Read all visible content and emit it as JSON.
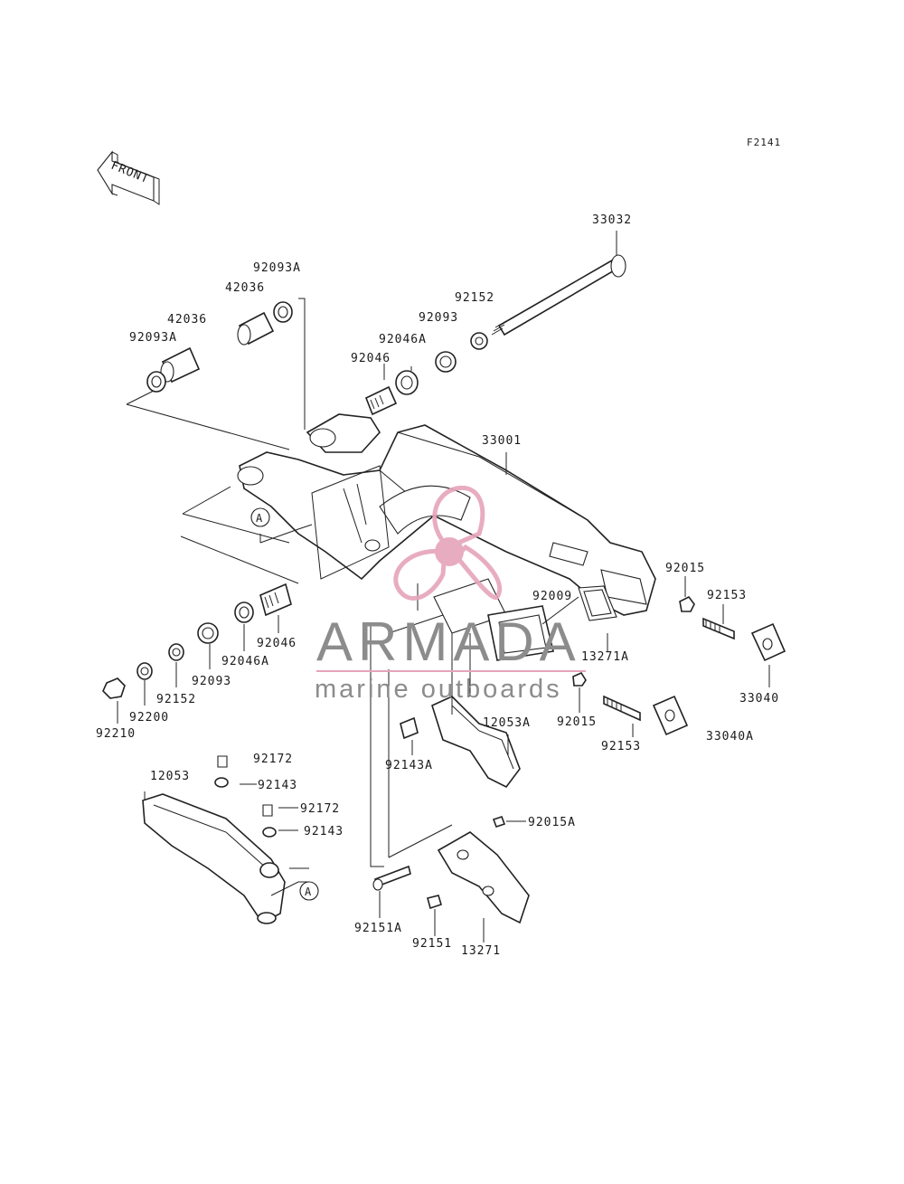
{
  "diagram_code": "F2141",
  "front_label": "FRONT",
  "callout_A": "A",
  "watermark": {
    "brand": "ARMADA",
    "tagline": "marine outboards",
    "colors": {
      "text": "#8c8c8c",
      "logo": "#e6a4bb",
      "logo_dark": "#d9879f"
    }
  },
  "parts": {
    "p33032": "33032",
    "p92093A_top": "92093A",
    "p42036_top": "42036",
    "p42036_left": "42036",
    "p92093A_left": "92093A",
    "p92152_top": "92152",
    "p92093_top": "92093",
    "p92046A_top": "92046A",
    "p92046_top": "92046",
    "p33001": "33001",
    "p92015_right": "92015",
    "p92153_right": "92153",
    "p92009": "92009",
    "p13271A": "13271A",
    "p33040": "33040",
    "p92046_low": "92046",
    "p92046A_low": "92046A",
    "p92093_low": "92093",
    "p92152_low": "92152",
    "p92200": "92200",
    "p92210": "92210",
    "p92015_mid": "92015",
    "p92153_mid": "92153",
    "p33040A": "33040A",
    "p12053A": "12053A",
    "p92143A": "92143A",
    "p92172_a": "92172",
    "p92143_a": "92143",
    "p12053": "12053",
    "p92172_b": "92172",
    "p92143_b": "92143",
    "p92015A": "92015A",
    "p92151A": "92151A",
    "p92151": "92151",
    "p13271": "13271"
  }
}
